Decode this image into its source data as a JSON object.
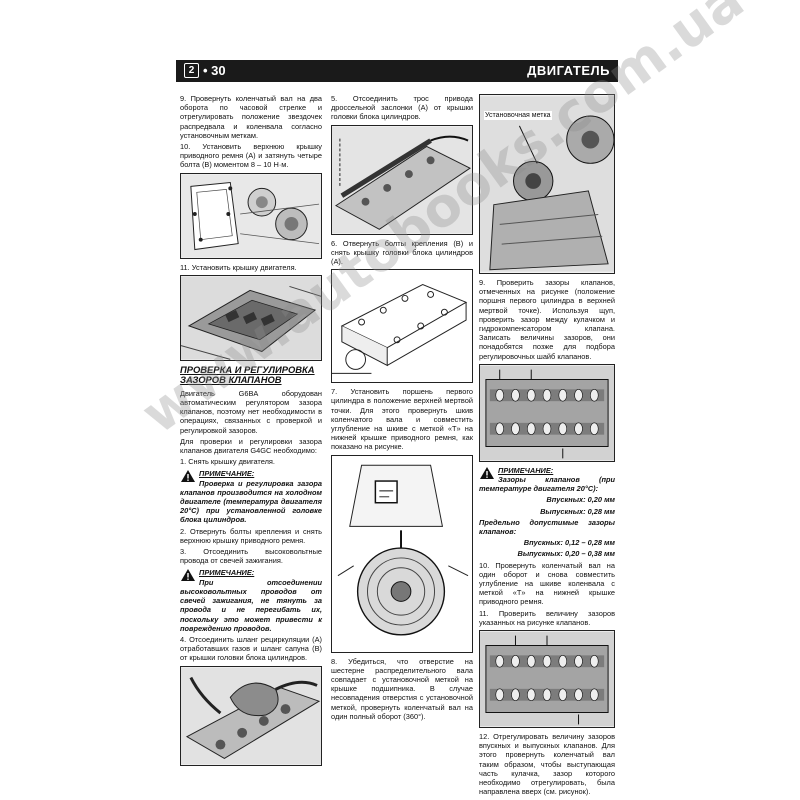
{
  "header": {
    "chapter_number": "2",
    "page_number": "• 30",
    "section": "ДВИГАТЕЛЬ"
  },
  "col1": {
    "p9": "9. Провернуть коленчатый вал на два оборота по часовой стрелке и отрегулировать положение звездочек распредвала и коленвала согласно установочным меткам.",
    "p10": "10. Установить верхнюю крышку приводного ремня (A) и затянуть четыре болта (B) моментом 8 – 10 Н·м.",
    "p11": "11. Установить крышку двигателя.",
    "section_title": "ПРОВЕРКА И РЕГУЛИРОВКА ЗАЗОРОВ КЛАПАНОВ",
    "intro1": "Двигатель G6BA оборудован автоматическим регулятором зазора клапанов, поэтому нет необходимости в операциях, связанных с проверкой и регулировкой зазоров.",
    "intro2": "Для проверки и регулировки зазора клапанов двигателя G4GC необходимо:",
    "s1": "1. Снять крышку двигателя.",
    "note1_title": "ПРИМЕЧАНИЕ:",
    "note1_text": "Проверка и регулировка зазора клапанов производится на холодном двигателе (температура двигателя 20°С) при установленной головке блока цилиндров.",
    "s2": "2. Отвернуть болты крепления и снять верхнюю крышку приводного ремня.",
    "s3": "3. Отсоединить высоковольтные провода от свечей зажигания.",
    "note2_title": "ПРИМЕЧАНИЕ:",
    "note2_text": "При отсоединении высоковольтных проводов от свечей зажигания, не тянуть за провода и не перегибать их, поскольку это может привести к повреждению проводов.",
    "s4": "4. Отсоединить шланг рециркуляции (A) отработавших газов и шланг сапуна (B) от крышки головки блока цилиндров."
  },
  "col2": {
    "s5": "5. Отсоединить трос привода дроссельной заслонки (A) от крышки головки блока цилиндров.",
    "s6": "6. Отвернуть болты крепления (B) и снять крышку головки блока цилиндров (A).",
    "s7": "7. Установить поршень первого цилиндра в положение верхней мертвой точки. Для этого провернуть шкив коленчатого вала и совместить углубление на шкиве с меткой «T» на нижней крышке приводного ремня, как показано на рисунке.",
    "s8": "8. Убедиться, что отверстие на шестерне распределительного вала совпадает с установочной меткой на крышке подшипника. В случае несовпадения отверстия с установочной меткой, провернуть коленчатый вал на один полный оборот (360°)."
  },
  "col3": {
    "fig_label": "Установочная метка",
    "s9": "9. Проверить зазоры клапанов, отмеченных на рисунке (положение поршня первого цилиндра в верхней мертвой точке). Используя щуп, проверить зазор между кулачком и гидрокомпенсатором клапана. Записать величины зазоров, они понадобятся позже для подбора регулировочных шайб клапанов.",
    "note_title": "ПРИМЕЧАНИЕ:",
    "note_text": "Зазоры клапанов (при температуре двигателя 20°С):",
    "intake": "Впускных: 0,20 мм",
    "exhaust": "Выпускных: 0,28 мм",
    "limits": "Предельно допустимые зазоры клапанов:",
    "intake_lim": "Впускных: 0,12 – 0,28 мм",
    "exhaust_lim": "Выпускных: 0,20 – 0,38 мм",
    "s10": "10. Провернуть коленчатый вал на один оборот и снова совместить углубление на шкиве коленвала с меткой «T» на нижней крышке приводного ремня.",
    "s11": "11. Проверить величину зазоров указанных на рисунке клапанов.",
    "s12": "12. Отрегулировать величину зазоров впускных и выпускных клапанов. Для этого провернуть коленчатый вал таким образом, чтобы выступающая часть кулачка, зазор которого необходимо отрегулировать, была направлена вверх (см. рисунок)."
  },
  "watermark": "www.autobooks.com.ua"
}
